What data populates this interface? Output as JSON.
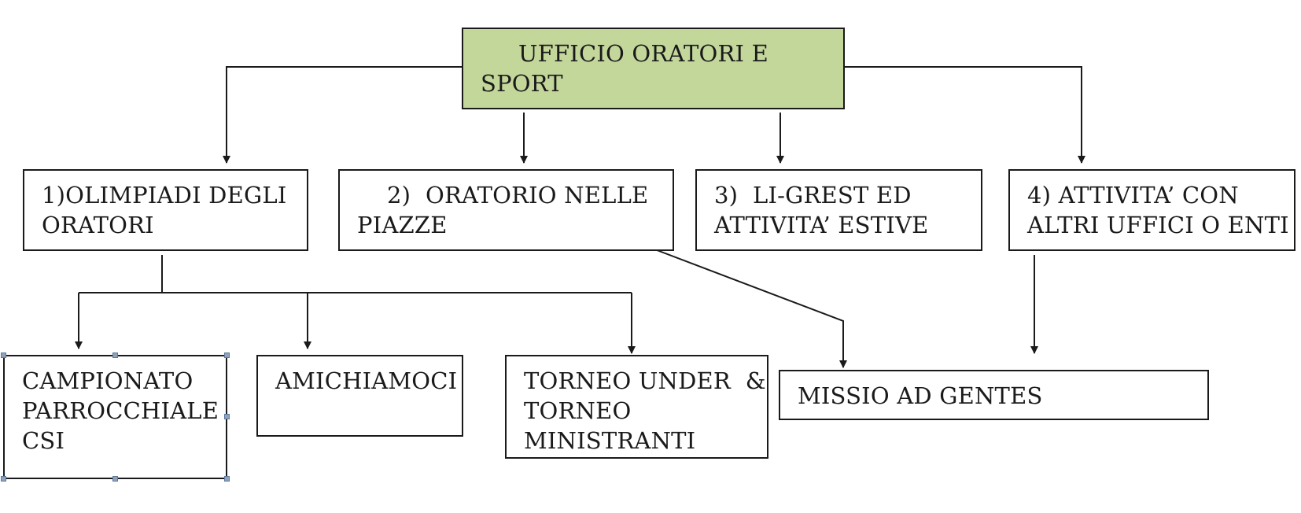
{
  "diagram": {
    "root": {
      "line1": "UFFICIO ORATORI E",
      "line2": "SPORT",
      "fill": "#c4d79b"
    },
    "level1": [
      {
        "line1": "1)OLIMPIADI DEGLI",
        "line2": "ORATORI"
      },
      {
        "line1": "2)  ORATORIO NELLE",
        "line2": "PIAZZE"
      },
      {
        "line1": "3)  LI-GREST ED",
        "line2": "ATTIVITA’ ESTIVE"
      },
      {
        "line1": "4) ATTIVITA’ CON",
        "line2": "ALTRI UFFICI O ENTI"
      }
    ],
    "level2": [
      {
        "line1": "CAMPIONATO",
        "line2": "PARROCCHIALE",
        "line3": "CSI"
      },
      {
        "line1": "AMICHIAMOCI"
      },
      {
        "line1": "TORNEO UNDER  &",
        "line2": "TORNEO",
        "line3": "MINISTRANTI"
      },
      {
        "line1": "MISSIO AD GENTES"
      }
    ],
    "colors": {
      "line": "#1a1a1a",
      "selection_handle": "#8da2bc"
    }
  }
}
